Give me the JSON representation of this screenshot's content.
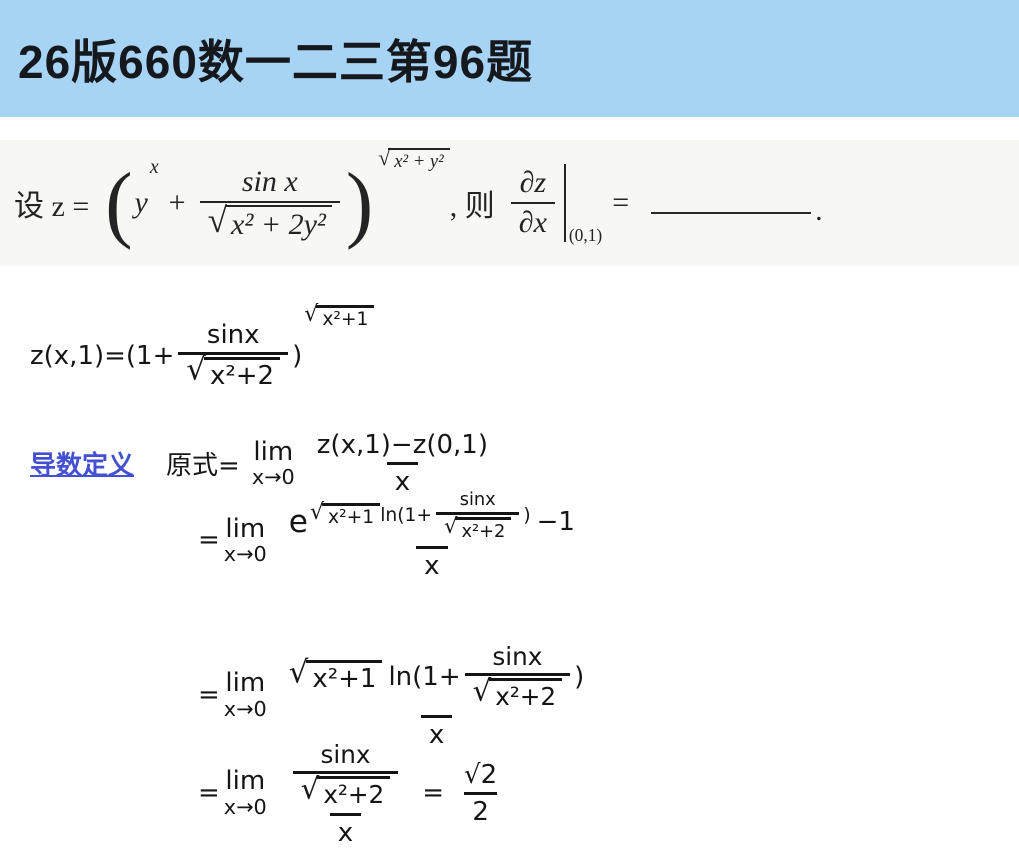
{
  "header": {
    "title": "26版660数一二三第96题"
  },
  "colors": {
    "header_bg": "#a7d3f4",
    "paper_bg": "#f7f7f4",
    "ink": "#151515",
    "accent_blue": "#4450d2"
  },
  "symbols": {
    "sqrt": "√",
    "lparen": "(",
    "rparen": ")"
  },
  "problem": {
    "lead": "设 z =",
    "base": "y",
    "base_exp": "x",
    "plus": "+",
    "frac_num": "sin x",
    "frac_den_radicand": "x² + 2y²",
    "outer_exp_radicand": "x² + y²",
    "then": ", 则",
    "partial_num": "∂z",
    "partial_den": "∂x",
    "eval_point": "(0,1)",
    "equals": "=",
    "period": "."
  },
  "solution": {
    "line1": {
      "lhs": "z(x,1)=(1+",
      "num": "sinx",
      "den_radicand": "x²+2",
      "close_paren": ")",
      "exp_radicand": "x²+1"
    },
    "line2": {
      "label": "导数定义",
      "prefix": "原式=",
      "lim": "lim",
      "lim_sub": "x→0",
      "num": "z(x,1)−z(0,1)",
      "den": "x"
    },
    "line3": {
      "equals": "=",
      "lim": "lim",
      "lim_sub": "x→0",
      "e": "e",
      "exp_sqrt_radicand": "x²+1",
      "exp_ln_open": "ln(1+",
      "exp_num": "sinx",
      "exp_den_radicand": "x²+2",
      "exp_close": ")",
      "minus_one": "−1",
      "den": "x"
    },
    "line4": {
      "equals": "=",
      "lim": "lim",
      "lim_sub": "x→0",
      "sqrt_radicand": "x²+1",
      "ln_open": "ln(1+",
      "num": "sinx",
      "den_radicand": "x²+2",
      "close_paren": ")",
      "den": "x"
    },
    "line5": {
      "equals": "=",
      "lim": "lim",
      "lim_sub": "x→0",
      "inner_num": "sinx",
      "inner_den_radicand": "x²+2",
      "outer_den": "x",
      "equals2": "=",
      "result_num": "√2",
      "result_den": "2"
    }
  }
}
